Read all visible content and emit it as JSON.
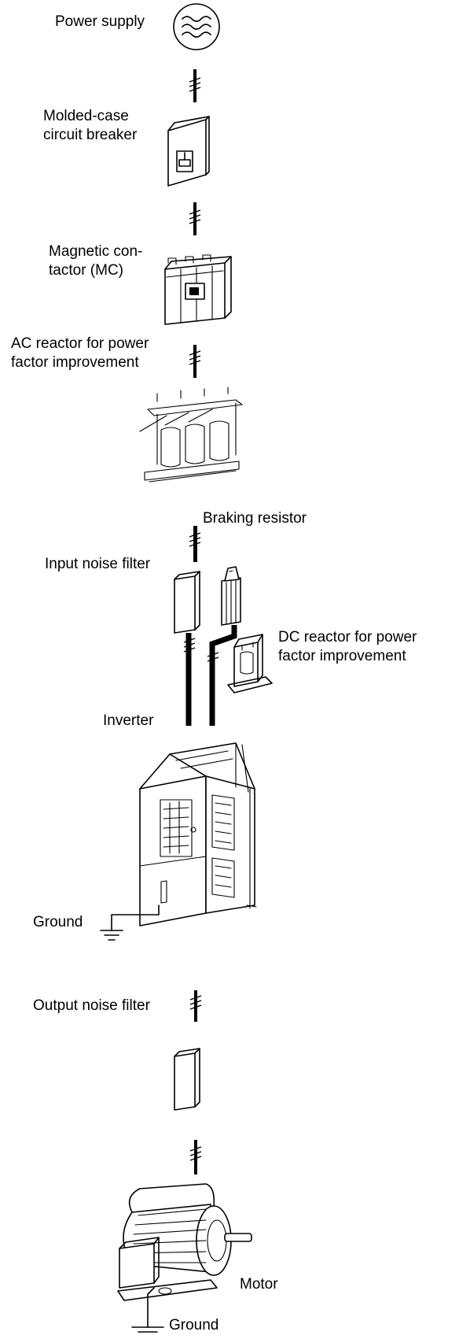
{
  "diagram": {
    "power_supply": "Power supply",
    "mccb": [
      "Molded-case",
      "circuit breaker"
    ],
    "mc": [
      "Magnetic con-",
      "tactor (MC)"
    ],
    "ac_reactor": [
      "AC reactor for power",
      "factor improvement"
    ],
    "braking_resistor": "Braking resistor",
    "input_noise_filter": "Input noise filter",
    "dc_reactor": [
      "DC reactor for power",
      "factor improvement"
    ],
    "inverter": "Inverter",
    "ground_inverter": "Ground",
    "output_noise_filter": "Output noise filter",
    "motor": "Motor",
    "ground_motor": "Ground"
  }
}
